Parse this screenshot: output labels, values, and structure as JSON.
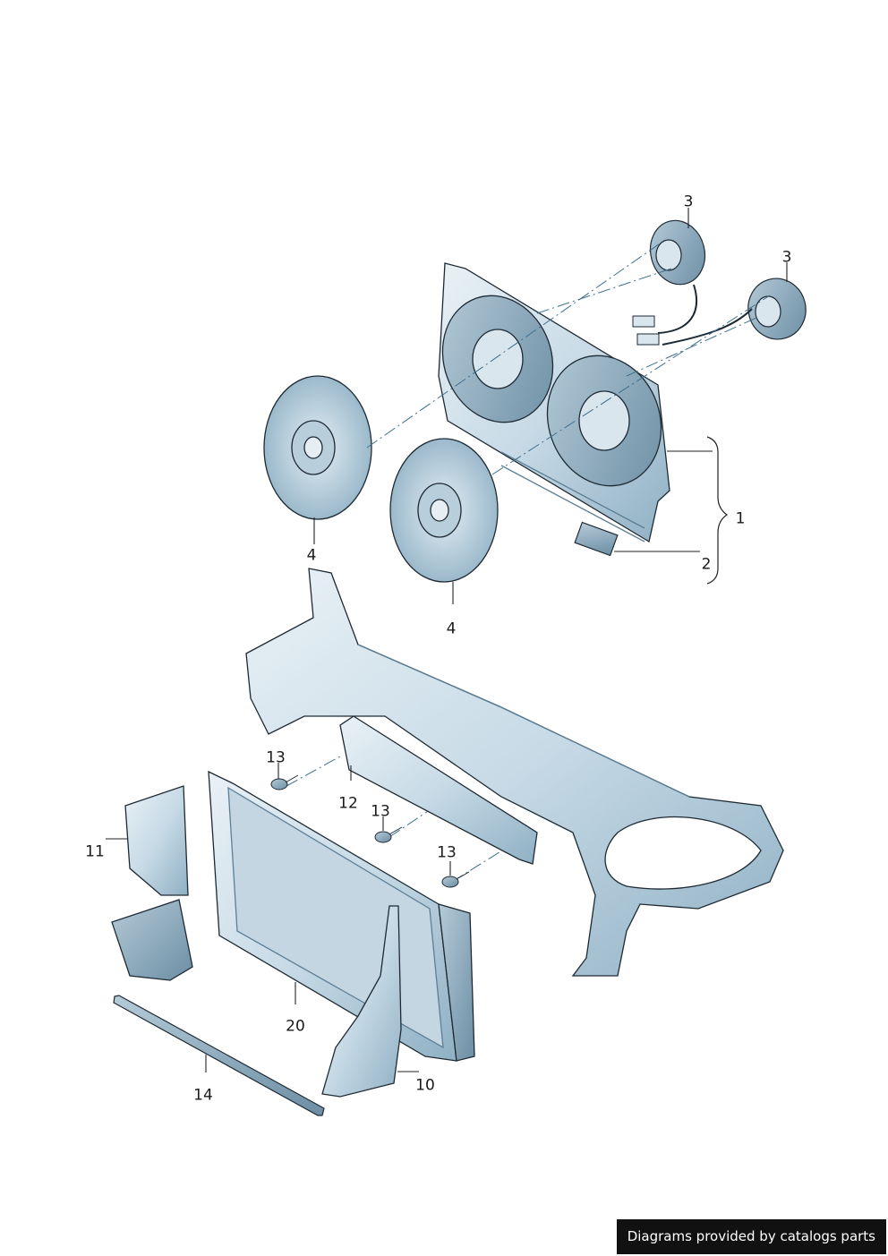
{
  "diagram": {
    "callouts": {
      "c1": "1",
      "c2": "2",
      "c3a": "3",
      "c3b": "3",
      "c4a": "4",
      "c4b": "4",
      "c10": "10",
      "c11": "11",
      "c12": "12",
      "c13a": "13",
      "c13b": "13",
      "c13c": "13",
      "c14": "14",
      "c20": "20"
    },
    "colors": {
      "part_fill": "#cfe0ea",
      "part_shade": "#8fb0c4",
      "part_dark": "#5d7f96",
      "outline": "#1e2a33",
      "leader": "#222222"
    }
  },
  "footer": {
    "credit": "Diagrams provided by catalogs parts"
  }
}
